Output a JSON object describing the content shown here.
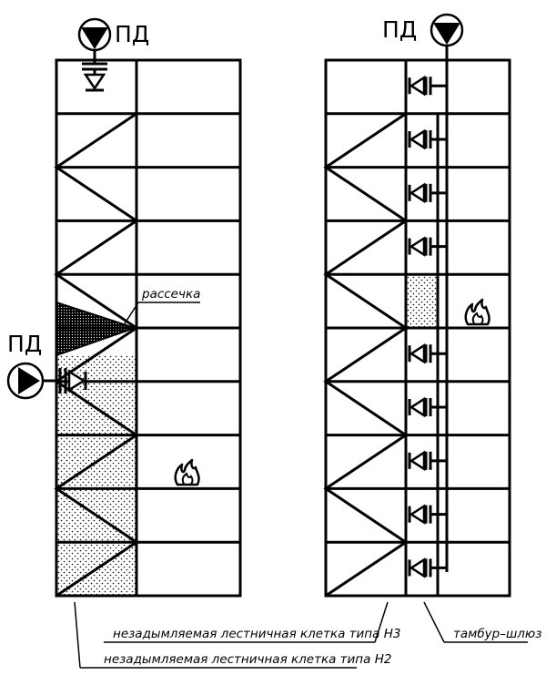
{
  "labels": {
    "pd_left_top": "ПД",
    "pd_left_side": "ПД",
    "pd_right_top": "ПД",
    "rassechka": "рассечка",
    "stair_h3": "незадымляемая лестничная клетка типа Н3",
    "stair_h2": "незадымляемая лестничная клетка типа Н2",
    "tambur": "тамбур–шлюз"
  },
  "diagram": {
    "left_building": {
      "floors": 10,
      "fire_floor": 8,
      "cutoff_floor": 5
    },
    "right_building": {
      "floors": 10,
      "fire_floor": 5,
      "vestibule_damper_floors": [
        1,
        2,
        3,
        4,
        6,
        7,
        8,
        9,
        10
      ]
    }
  },
  "icons": [
    "fan-icon",
    "damper-icon",
    "fire-icon",
    "smoke-fill-pattern"
  ],
  "colors": {
    "ink": "#000000",
    "paper": "#ffffff"
  }
}
